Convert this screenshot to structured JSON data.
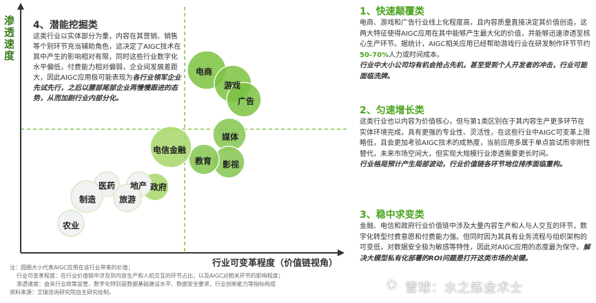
{
  "axes": {
    "y_label": "渗透速度",
    "x_label": "行业可变革程度（价值链视角）"
  },
  "quadrant4": {
    "title": "4、潜能挖掘类",
    "body": "这类行业以实体部分为重，内容在其营销、销售等个别环节充当辅助角色，这决定了AIGC技术在其中产生的影响相对有限，同时这些行业数字化水平偏低，付费能力相对偏弱，企业间发展差距大，因此AIGC应用极可能表现为",
    "emphasis": "各行业领军企业先试先行，之后以腰部尾部企业再慢慢跟进的态势，从而加剧行业内部分化。"
  },
  "bubbles": [
    {
      "label": "电商",
      "color": "#7dc242",
      "level": "high"
    },
    {
      "label": "游戏",
      "color": "#7dc242",
      "level": "high"
    },
    {
      "label": "广告",
      "color": "#7dc242",
      "level": "high"
    },
    {
      "label": "媒体",
      "color": "#8cc95a",
      "level": "mid"
    },
    {
      "label": "影视",
      "color": "#8cc95a",
      "level": "mid"
    },
    {
      "label": "教育",
      "color": "#8cc95a",
      "level": "mid"
    },
    {
      "label": "电信金融",
      "color": "#a7d86b",
      "level": "mid"
    },
    {
      "label": "政府",
      "color": "#a7d86b",
      "level": "low"
    },
    {
      "label": "地产",
      "color": "#f2f2f2",
      "level": "low"
    },
    {
      "label": "医药",
      "color": "#f2f2f2",
      "level": "low"
    },
    {
      "label": "制造",
      "color": "#f2f2f2",
      "level": "low"
    },
    {
      "label": "旅游",
      "color": "#f2f2f2",
      "level": "low"
    },
    {
      "label": "农业",
      "color": "#f2f2f2",
      "level": "low"
    }
  ],
  "notes": [
    "注：圆圈大小代表AIGC应用在该行业带来的价值；",
    "行业可变革程度：在行业价值链中涉及到内容生产和人机交互的环节占比，以及AIGC对相关环节的影响程度；",
    "渗透速度：由关行业政策监管、数字化特别是数据基础建设水平、数据安全要求、行业创新能力等指标构成",
    "资料来源：艾瑞咨询研究院自主研究绘制。"
  ],
  "sections": [
    {
      "title": "1、快速颠覆类",
      "text_a": "电商、游戏和广告行业线上化程度高，且内容质量直接决定其价值创造，这两大特征使得AIGC应用在其中能够产生最大化的价值，并能够迅速渗透至核心生产环节。据统计，AIGC相关应用已经帮助游戏行业在研发制作环节节约",
      "highlight": "50-70%",
      "text_b": "人力或时间成本。",
      "emphasis": "行业中大小公司均有机会抢占先机，甚至受到个人开发者的冲击，行业可能面临洗牌。"
    },
    {
      "title": "2、匀速增长类",
      "text": "这类行业也以内容为价值核心，但与第1类区别在于其内容生产更多环节在实体环境完成，具有更强的专业性、灵活性，在这些行业中AIGC可变革上限略低，且会更加考验AIGC技术的成熟度，当前应用多属于单点尝试而非刚性替代，未来市场空间大，但实现大规模行业渗透需要更长时间。",
      "emphasis": "行业格局预计产生局部波动，行业价值链各环节地位排序面临重构。"
    },
    {
      "title": "3、稳中求变类",
      "text": "金融、电信和政府行业价值链中涉及大量内容生产和人与人交互的环节，数字化转型付费意愿和付费能力强。但同时因为其具有业务流程与组织架构的可变低，对数据安全极为敏感等特性，因此对AIGC应用的态度最为保守。",
      "emphasis": "解决大模型私有化部署的ROI问题是打开这类市场的关键。"
    }
  ],
  "watermark": "雪球：水之炼金术士",
  "colors": {
    "accent": "#4aa31d",
    "dashed": "#7dc242"
  }
}
